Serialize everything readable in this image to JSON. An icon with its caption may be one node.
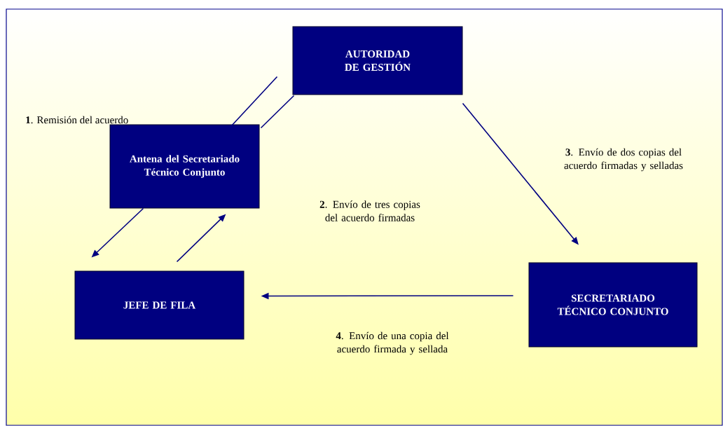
{
  "diagram": {
    "nodes": [
      {
        "text": [
          "AUTORIDAD DE GESTIÓN"
        ]
      },
      {
        "text": [
          "Antena del Secretariado Técnico Conjunto"
        ]
      },
      {
        "text": [
          "JEFE DE FILA"
        ]
      },
      {
        "text": [
          "SECRETARIADO TÉCNICO CONJUNTO"
        ]
      }
    ],
    "edges": [
      {
        "from": 1,
        "to": 0,
        "arrow": "none"
      },
      {
        "from": 1,
        "to": 0,
        "arrow": "none"
      },
      {
        "from": 1,
        "to": 2,
        "arrow": "to"
      },
      {
        "from": 2,
        "to": 1,
        "arrow": "to"
      },
      {
        "from": 0,
        "to": 3,
        "arrow": "to"
      },
      {
        "from": 3,
        "to": 2,
        "arrow": "to"
      }
    ],
    "labels": [
      "**1**. Remisión del acuerdo",
      "**2**. Envío de tres copias del acuerdo firmadas",
      "**3**. Envío de dos copias del acuerdo firmadas y selladas",
      "**4**. Envío de una copia del acuerdo firmada y sellada"
    ]
  }
}
